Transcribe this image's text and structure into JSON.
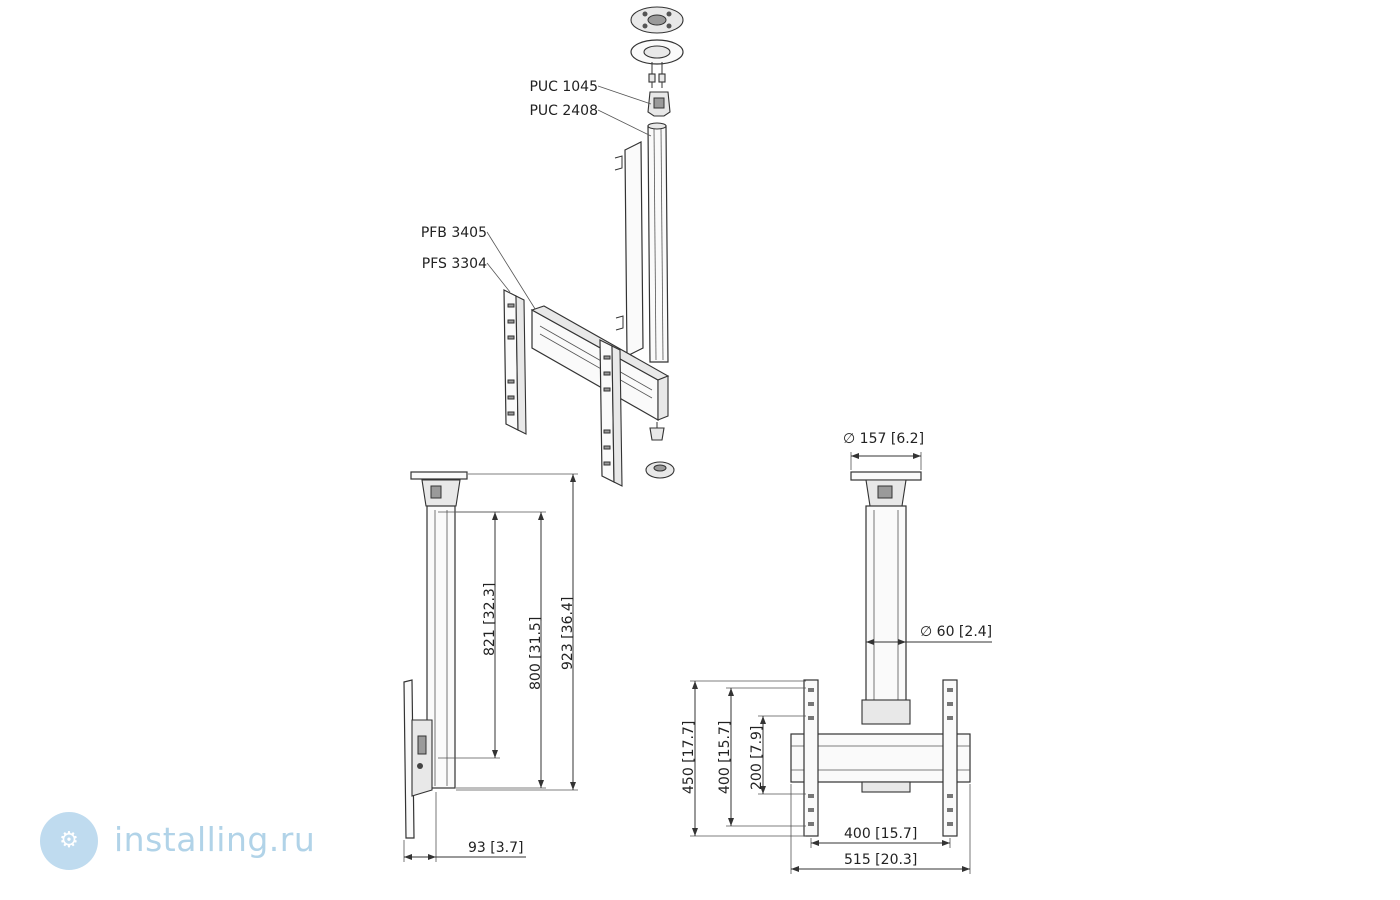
{
  "labels": {
    "puc1045": "PUC 1045",
    "puc2408": "PUC 2408",
    "pfb3405": "PFB 3405",
    "pfs3304": "PFS 3304"
  },
  "dimensions": {
    "diam157": {
      "mm": "157",
      "inch": "6.2"
    },
    "diam60": {
      "mm": "60",
      "inch": "2.4"
    },
    "h821": {
      "mm": "821",
      "inch": "32.3"
    },
    "h800": {
      "mm": "800",
      "inch": "31.5"
    },
    "h923": {
      "mm": "923",
      "inch": "36.4"
    },
    "w93": {
      "mm": "93",
      "inch": "3.7"
    },
    "h450": {
      "mm": "450",
      "inch": "17.7"
    },
    "h400": {
      "mm": "400",
      "inch": "15.7"
    },
    "h200": {
      "mm": "200",
      "inch": "7.9"
    },
    "w400": {
      "mm": "400",
      "inch": "15.7"
    },
    "w515": {
      "mm": "515",
      "inch": "20.3"
    }
  },
  "symbols": {
    "diameter": "∅"
  },
  "watermark": {
    "text": "installing.ru"
  }
}
